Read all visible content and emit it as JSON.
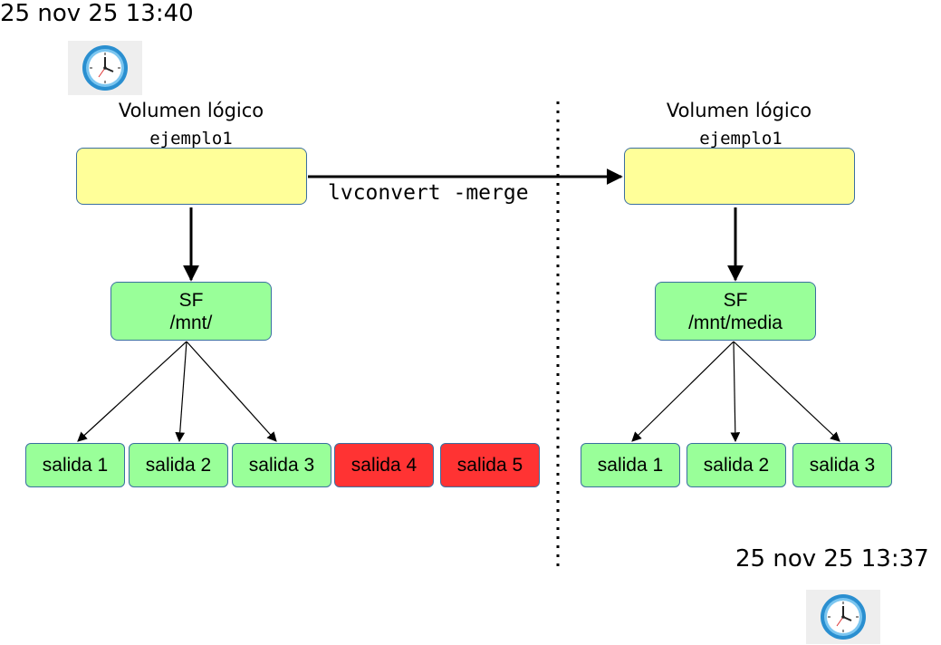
{
  "left": {
    "timestamp": "25 nov 25 13:40",
    "volume_label": "Volumen lógico",
    "volume_name": "ejemplo1",
    "fs": {
      "title": "SF",
      "mount": "/mnt/"
    },
    "outputs": [
      {
        "label": "salida 1",
        "color": "#99ff99"
      },
      {
        "label": "salida 2",
        "color": "#99ff99"
      },
      {
        "label": "salida 3",
        "color": "#99ff99"
      },
      {
        "label": "salida 4",
        "color": "#ff3333"
      },
      {
        "label": "salida 5",
        "color": "#ff3333"
      }
    ]
  },
  "right": {
    "timestamp": "25 nov 25 13:37",
    "volume_label": "Volumen lógico",
    "volume_name": "ejemplo1",
    "fs": {
      "title": "SF",
      "mount": "/mnt/media"
    },
    "outputs": [
      {
        "label": "salida 1",
        "color": "#99ff99"
      },
      {
        "label": "salida 2",
        "color": "#99ff99"
      },
      {
        "label": "salida 3",
        "color": "#99ff99"
      }
    ]
  },
  "command": "lvconvert -merge",
  "icons": {
    "clock": "clock-icon"
  }
}
